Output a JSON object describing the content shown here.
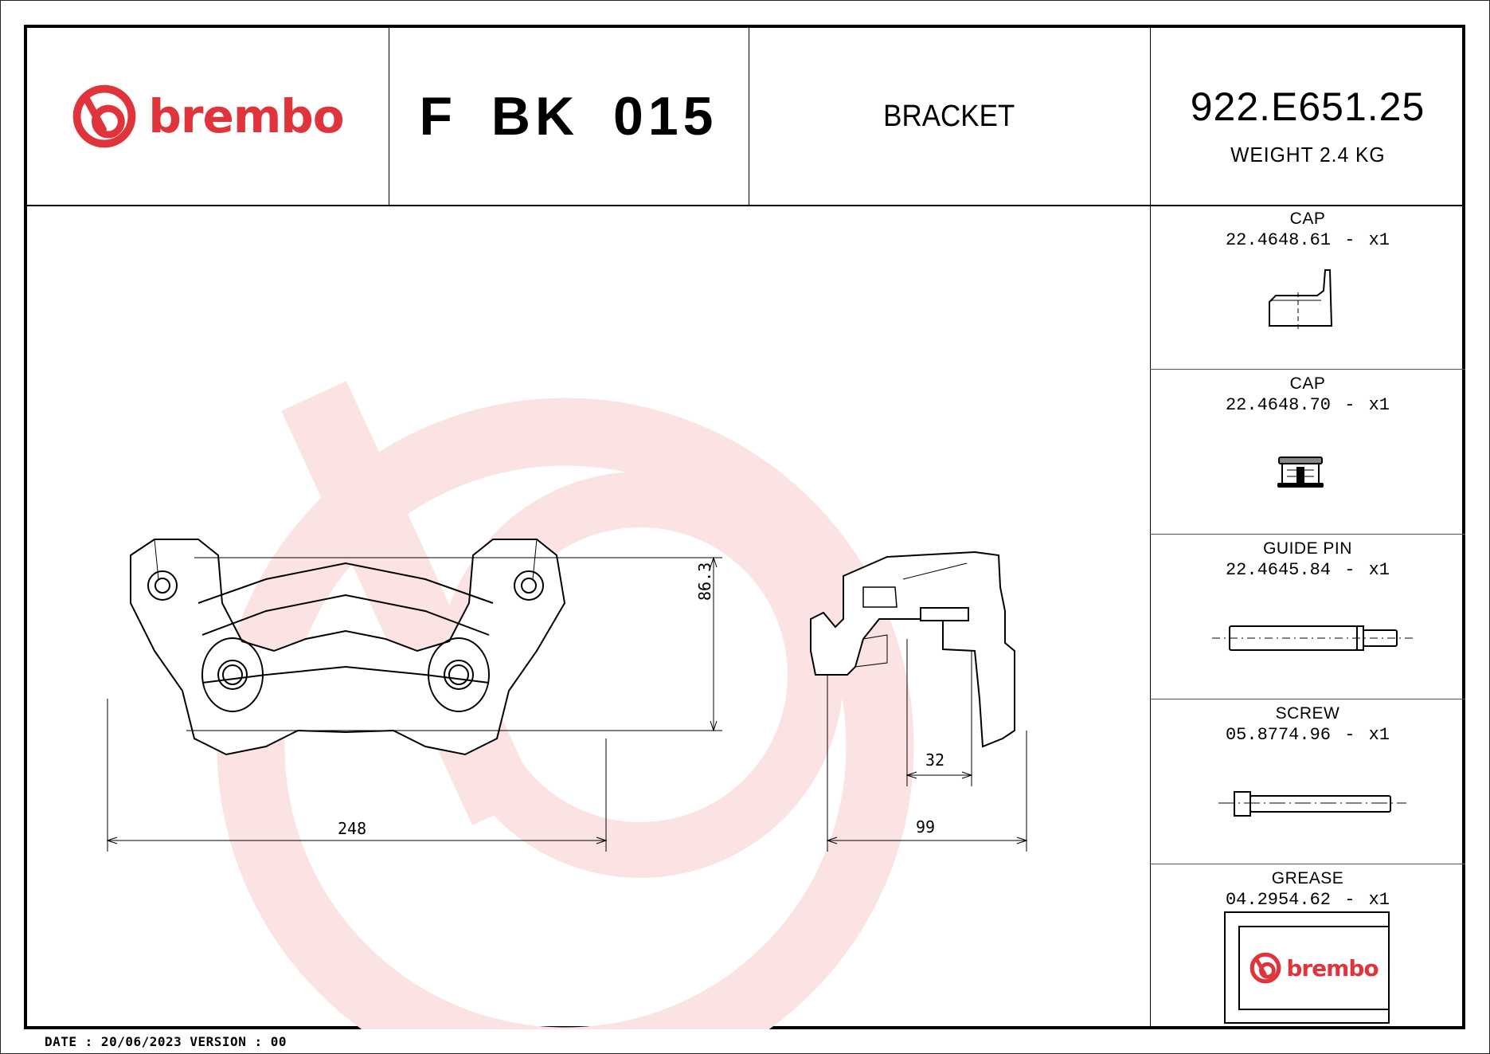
{
  "title_block": {
    "brand": "brembo",
    "product_code": "F BK 015",
    "product_type": "BRACKET",
    "part_number": "922.E651.25",
    "weight": "WEIGHT 2.4 KG"
  },
  "drawing": {
    "dimensions": {
      "width_front": "248",
      "height_front": "86.3",
      "depth_side": "99",
      "inner_gap": "32"
    }
  },
  "parts": [
    {
      "name": "CAP",
      "ref": "22.4648.61 - x1",
      "icon": "cap-angled-icon"
    },
    {
      "name": "CAP",
      "ref": "22.4648.70 - x1",
      "icon": "cap-plug-icon"
    },
    {
      "name": "GUIDE PIN",
      "ref": "22.4645.84 - x1",
      "icon": "guide-pin-icon"
    },
    {
      "name": "SCREW",
      "ref": "05.8774.96 - x1",
      "icon": "screw-icon"
    },
    {
      "name": "GREASE",
      "ref": "04.2954.62 - x1",
      "icon": "grease-pack-icon",
      "brand": "brembo"
    }
  ],
  "footer": {
    "text": "DATE : 20/06/2023 VERSION : 00"
  },
  "colors": {
    "brand_red": "#e0343c",
    "watermark": "#fbe3e3",
    "line": "#000000"
  }
}
